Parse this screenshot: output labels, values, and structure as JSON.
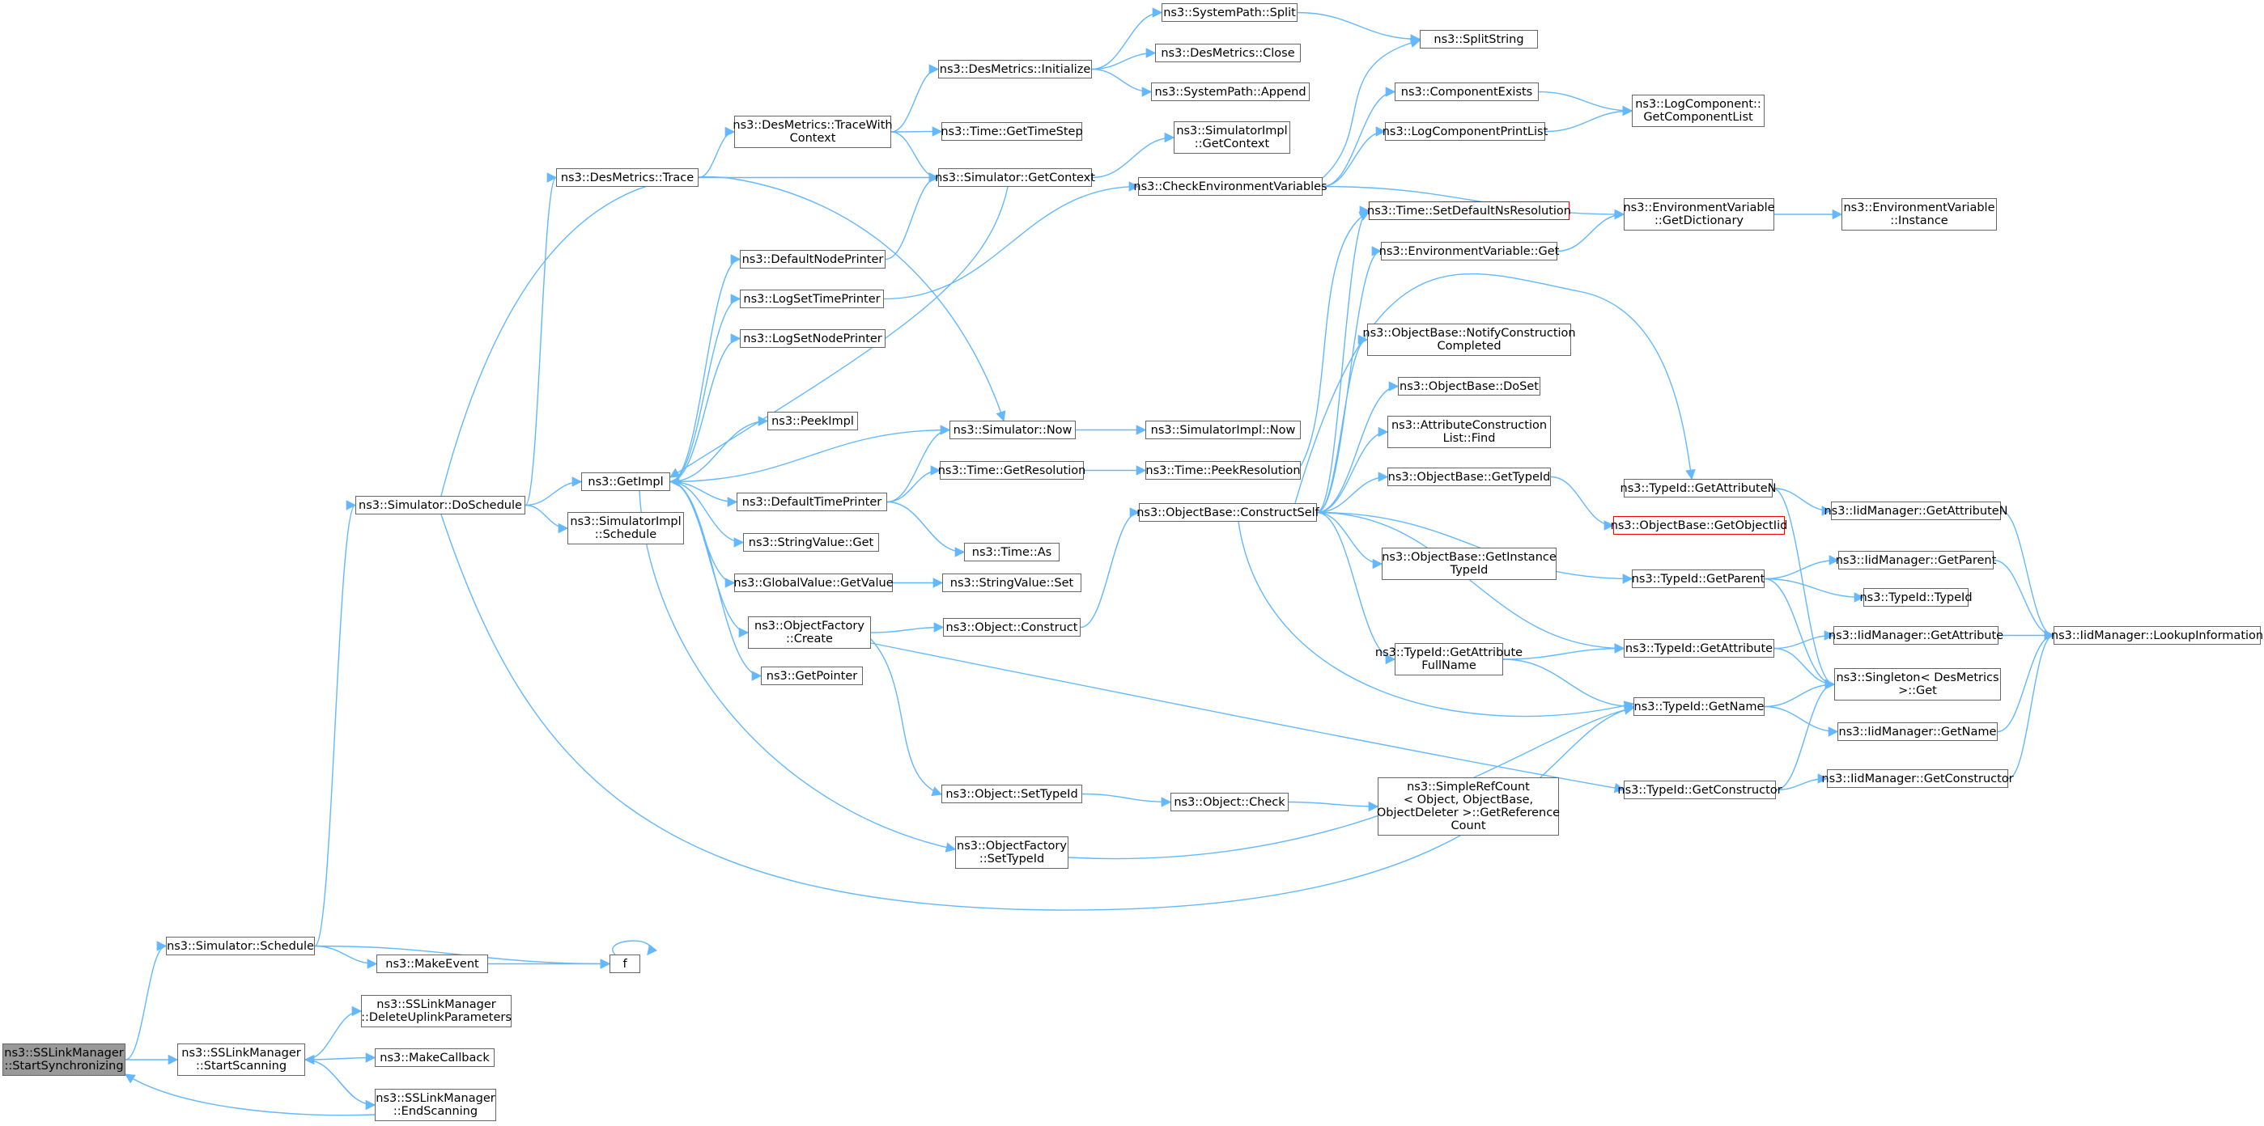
{
  "graph": {
    "edge_color": "#63b8ff",
    "root_fill": "#999999",
    "node_border": "#666666",
    "highlight_border": "#ff0000",
    "nodes": [
      {
        "id": "n_startsync",
        "lines": [
          "ns3::SSLinkManager",
          "::StartSynchronizing"
        ],
        "kind": "root"
      },
      {
        "id": "n_sched",
        "lines": [
          "ns3::Simulator::Schedule"
        ]
      },
      {
        "id": "n_startscan",
        "lines": [
          "ns3::SSLinkManager",
          "::StartScanning"
        ]
      },
      {
        "id": "n_makeevent",
        "lines": [
          "ns3::MakeEvent"
        ]
      },
      {
        "id": "n_f",
        "lines": [
          "f"
        ]
      },
      {
        "id": "n_deluplink",
        "lines": [
          "ns3::SSLinkManager",
          "::DeleteUplinkParameters"
        ]
      },
      {
        "id": "n_makecallback",
        "lines": [
          "ns3::MakeCallback"
        ]
      },
      {
        "id": "n_endscan",
        "lines": [
          "ns3::SSLinkManager",
          "::EndScanning"
        ]
      },
      {
        "id": "n_dosched",
        "lines": [
          "ns3::Simulator::DoSchedule"
        ]
      },
      {
        "id": "n_simimplsched",
        "lines": [
          "ns3::SimulatorImpl",
          "::Schedule"
        ]
      },
      {
        "id": "n_desmtrace",
        "lines": [
          "ns3::DesMetrics::Trace"
        ]
      },
      {
        "id": "n_getimpl",
        "lines": [
          "ns3::GetImpl"
        ]
      },
      {
        "id": "n_desmtracewith",
        "lines": [
          "ns3::DesMetrics::TraceWith",
          "Context"
        ]
      },
      {
        "id": "n_desminit",
        "lines": [
          "ns3::DesMetrics::Initialize"
        ]
      },
      {
        "id": "n_getcontext",
        "lines": [
          "ns3::Simulator::GetContext"
        ]
      },
      {
        "id": "n_timegetstep",
        "lines": [
          "ns3::Time::GetTimeStep"
        ]
      },
      {
        "id": "n_syssplit",
        "lines": [
          "ns3::SystemPath::Split"
        ]
      },
      {
        "id": "n_desmclose",
        "lines": [
          "ns3::DesMetrics::Close"
        ]
      },
      {
        "id": "n_sysappend",
        "lines": [
          "ns3::SystemPath::Append"
        ]
      },
      {
        "id": "n_splitstring",
        "lines": [
          "ns3::SplitString"
        ]
      },
      {
        "id": "n_simimplgetctx",
        "lines": [
          "ns3::SimulatorImpl",
          "::GetContext"
        ]
      },
      {
        "id": "n_checkenv",
        "lines": [
          "ns3::CheckEnvironmentVariables"
        ]
      },
      {
        "id": "n_compexists",
        "lines": [
          "ns3::ComponentExists"
        ]
      },
      {
        "id": "n_logcompprint",
        "lines": [
          "ns3::LogComponentPrintList"
        ]
      },
      {
        "id": "n_logcompget",
        "lines": [
          "ns3::LogComponent::",
          "GetComponentList"
        ]
      },
      {
        "id": "n_envgetdict",
        "lines": [
          "ns3::EnvironmentVariable",
          "::GetDictionary"
        ]
      },
      {
        "id": "n_envinstance",
        "lines": [
          "ns3::EnvironmentVariable",
          "::Instance"
        ]
      },
      {
        "id": "n_defnodeprinter",
        "lines": [
          "ns3::DefaultNodePrinter"
        ]
      },
      {
        "id": "n_logsettime",
        "lines": [
          "ns3::LogSetTimePrinter"
        ]
      },
      {
        "id": "n_logsetnode",
        "lines": [
          "ns3::LogSetNodePrinter"
        ]
      },
      {
        "id": "n_peekimpl",
        "lines": [
          "ns3::PeekImpl"
        ]
      },
      {
        "id": "n_simnow",
        "lines": [
          "ns3::Simulator::Now"
        ]
      },
      {
        "id": "n_simimplnow",
        "lines": [
          "ns3::SimulatorImpl::Now"
        ]
      },
      {
        "id": "n_timegetres",
        "lines": [
          "ns3::Time::GetResolution"
        ]
      },
      {
        "id": "n_timepeekres",
        "lines": [
          "ns3::Time::PeekResolution"
        ]
      },
      {
        "id": "n_deftimeprinter",
        "lines": [
          "ns3::DefaultTimePrinter"
        ]
      },
      {
        "id": "n_timeas",
        "lines": [
          "ns3::Time::As"
        ]
      },
      {
        "id": "n_strvalget",
        "lines": [
          "ns3::StringValue::Get"
        ]
      },
      {
        "id": "n_globalgetval",
        "lines": [
          "ns3::GlobalValue::GetValue"
        ]
      },
      {
        "id": "n_strvalset",
        "lines": [
          "ns3::StringValue::Set"
        ]
      },
      {
        "id": "n_objfactcreate",
        "lines": [
          "ns3::ObjectFactory",
          "::Create"
        ]
      },
      {
        "id": "n_objconstruct",
        "lines": [
          "ns3::Object::Construct"
        ]
      },
      {
        "id": "n_getpointer",
        "lines": [
          "ns3::GetPointer"
        ]
      },
      {
        "id": "n_objsettypeid",
        "lines": [
          "ns3::Object::SetTypeId"
        ]
      },
      {
        "id": "n_objcheck",
        "lines": [
          "ns3::Object::Check"
        ]
      },
      {
        "id": "n_simplerefcount",
        "lines": [
          "ns3::SimpleRefCount",
          "< Object, ObjectBase,",
          "ObjectDeleter >::GetReference",
          "Count"
        ]
      },
      {
        "id": "n_objfactsettid",
        "lines": [
          "ns3::ObjectFactory",
          "::SetTypeId"
        ]
      },
      {
        "id": "n_constructself",
        "lines": [
          "ns3::ObjectBase::ConstructSelf"
        ]
      },
      {
        "id": "n_timesetdefns",
        "lines": [
          "ns3::Time::SetDefaultNsResolution"
        ],
        "kind": "red"
      },
      {
        "id": "n_envget",
        "lines": [
          "ns3::EnvironmentVariable::Get"
        ]
      },
      {
        "id": "n_notifyconstr",
        "lines": [
          "ns3::ObjectBase::NotifyConstruction",
          "Completed"
        ]
      },
      {
        "id": "n_objbasedoset",
        "lines": [
          "ns3::ObjectBase::DoSet"
        ]
      },
      {
        "id": "n_attrconstrfind",
        "lines": [
          "ns3::AttributeConstruction",
          "List::Find"
        ]
      },
      {
        "id": "n_objbasegettid",
        "lines": [
          "ns3::ObjectBase::GetTypeId"
        ]
      },
      {
        "id": "n_getobjectiid",
        "lines": [
          "ns3::ObjectBase::GetObjectIid"
        ],
        "kind": "red"
      },
      {
        "id": "n_getinstancetid",
        "lines": [
          "ns3::ObjectBase::GetInstance",
          "TypeId"
        ]
      },
      {
        "id": "n_tidgetattrn",
        "lines": [
          "ns3::TypeId::GetAttributeN"
        ]
      },
      {
        "id": "n_iidgetattrn",
        "lines": [
          "ns3::IidManager::GetAttributeN"
        ]
      },
      {
        "id": "n_tidgetparent",
        "lines": [
          "ns3::TypeId::GetParent"
        ]
      },
      {
        "id": "n_iidgetparent",
        "lines": [
          "ns3::IidManager::GetParent"
        ]
      },
      {
        "id": "n_tidtypeid",
        "lines": [
          "ns3::TypeId::TypeId"
        ]
      },
      {
        "id": "n_tidgetattrfull",
        "lines": [
          "ns3::TypeId::GetAttribute",
          "FullName"
        ]
      },
      {
        "id": "n_tidgetattr",
        "lines": [
          "ns3::TypeId::GetAttribute"
        ]
      },
      {
        "id": "n_iidgetattr",
        "lines": [
          "ns3::IidManager::GetAttribute"
        ]
      },
      {
        "id": "n_iidlookup",
        "lines": [
          "ns3::IidManager::LookupInformation"
        ]
      },
      {
        "id": "n_singletonget",
        "lines": [
          "ns3::Singleton< DesMetrics",
          ">::Get"
        ]
      },
      {
        "id": "n_tidgetname",
        "lines": [
          "ns3::TypeId::GetName"
        ]
      },
      {
        "id": "n_iidgetname",
        "lines": [
          "ns3::IidManager::GetName"
        ]
      },
      {
        "id": "n_tidgetconstr",
        "lines": [
          "ns3::TypeId::GetConstructor"
        ]
      },
      {
        "id": "n_iidgetconstr",
        "lines": [
          "ns3::IidManager::GetConstructor"
        ]
      }
    ]
  }
}
